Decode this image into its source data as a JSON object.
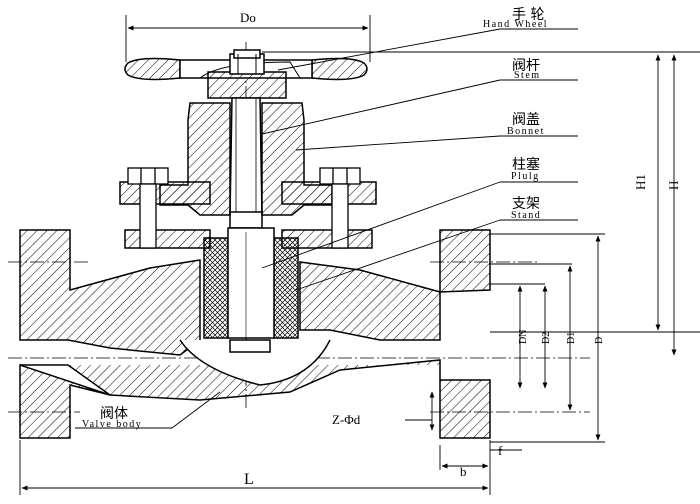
{
  "components": [
    {
      "cn": "手 轮",
      "en": "Hand Wheel"
    },
    {
      "cn": "阀杆",
      "en": "Stem"
    },
    {
      "cn": "阀盖",
      "en": "Bonnet"
    },
    {
      "cn": "柱塞",
      "en": "Plulg"
    },
    {
      "cn": "支架",
      "en": "Stand"
    },
    {
      "cn": "阀体",
      "en": "Valve body"
    }
  ],
  "dimensions": {
    "handwheel_diameter": "Do",
    "length": "L",
    "height": "H",
    "height_1": "H1",
    "nominal_diameter": "DN",
    "d1": "D1",
    "d2": "D2",
    "outer_diameter": "D",
    "bolt_holes": "Z-Φd",
    "flange_thickness": "b",
    "raised_face": "f"
  }
}
